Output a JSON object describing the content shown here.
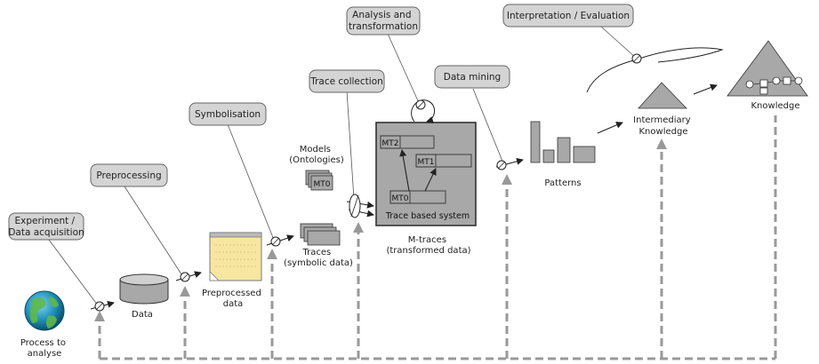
{
  "callouts": {
    "experiment": [
      "Experiment /",
      "Data acquisition"
    ],
    "preprocessing": [
      "Preprocessing"
    ],
    "symbolisation": [
      "Symbolisation"
    ],
    "trace_collection": [
      "Trace collection"
    ],
    "analysis": [
      "Analysis and",
      "transformation"
    ],
    "data_mining": [
      "Data mining"
    ],
    "interpretation": [
      "Interpretation / Evaluation"
    ]
  },
  "labels": {
    "process": [
      "Process to",
      "analyse"
    ],
    "data": [
      "Data"
    ],
    "preprocessed": [
      "Preprocessed",
      "data"
    ],
    "traces": [
      "Traces",
      "(symbolic data)"
    ],
    "models": [
      "Models",
      "(Ontologies)"
    ],
    "mtraces": [
      "M-traces",
      "(transformed data)"
    ],
    "patterns": [
      "Patterns"
    ],
    "intermediary": [
      "Intermediary",
      "Knowledge"
    ],
    "knowledge": [
      "Knowledge"
    ]
  },
  "tbs": {
    "system_label": "Trace based system",
    "mt2": "MT2",
    "mt1": "MT1",
    "mt0": "MT0",
    "model_mt0": "MT0"
  },
  "colors": {
    "callout_fill": "#d4d4d4",
    "system_fill": "#a8a8a8",
    "doc_fill": "#f7e6a0",
    "globe": "#1e8fb5",
    "dashed_feedback": "#999999"
  }
}
